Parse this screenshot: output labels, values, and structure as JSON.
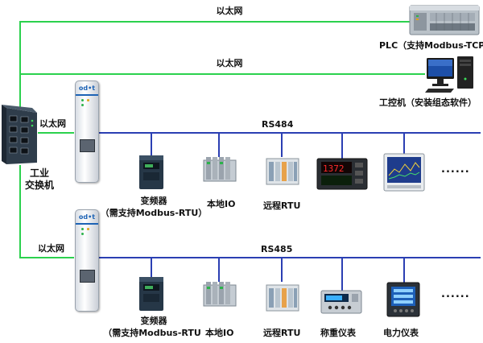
{
  "labels": {
    "ethernet_top": "以太网",
    "ethernet_mid": "以太网",
    "ethernet_switch": "以太网",
    "ethernet_bottom": "以太网",
    "plc": "PLC（支持Modbus-TCP）",
    "ipc": "工控机（安装组态软件）",
    "switch_line1": "工业",
    "switch_line2": "交换机",
    "bus1": "RS484",
    "bus2": "RS485",
    "bus1_vfd_line1": "变频器",
    "bus1_vfd_line2": "（需支持Modbus-RTU）",
    "bus1_local_io": "本地IO",
    "bus1_remote_rtu": "远程RTU",
    "bus1_more": "......",
    "bus2_vfd_line1": "变频器",
    "bus2_vfd_line2": "（需支持Modbus-RTU",
    "bus2_local_io": "本地IO",
    "bus2_remote_rtu": "远程RTU",
    "bus2_weighing": "称重仪表",
    "bus2_power_meter": "电力仪表",
    "bus2_more": "......"
  },
  "gateway_logo": "od•t",
  "controller_display": "1372",
  "colors": {
    "ethernet": "#2bd14d",
    "rs_bus": "#2b3fb3",
    "switch_body": "#3a4a5a",
    "plc_body": "#b9c1c8"
  },
  "icons": {
    "switch": "industrial-switch-icon",
    "plc": "plc-icon",
    "ipc": "workstation-icon",
    "gateway": "modbus-gateway-icon",
    "vfd": "frequency-converter-icon",
    "io": "io-module-icon",
    "rtu": "remote-rtu-icon",
    "controller": "digital-controller-icon",
    "recorder": "paperless-recorder-icon",
    "weighing": "weighing-indicator-icon",
    "power": "power-meter-icon"
  }
}
